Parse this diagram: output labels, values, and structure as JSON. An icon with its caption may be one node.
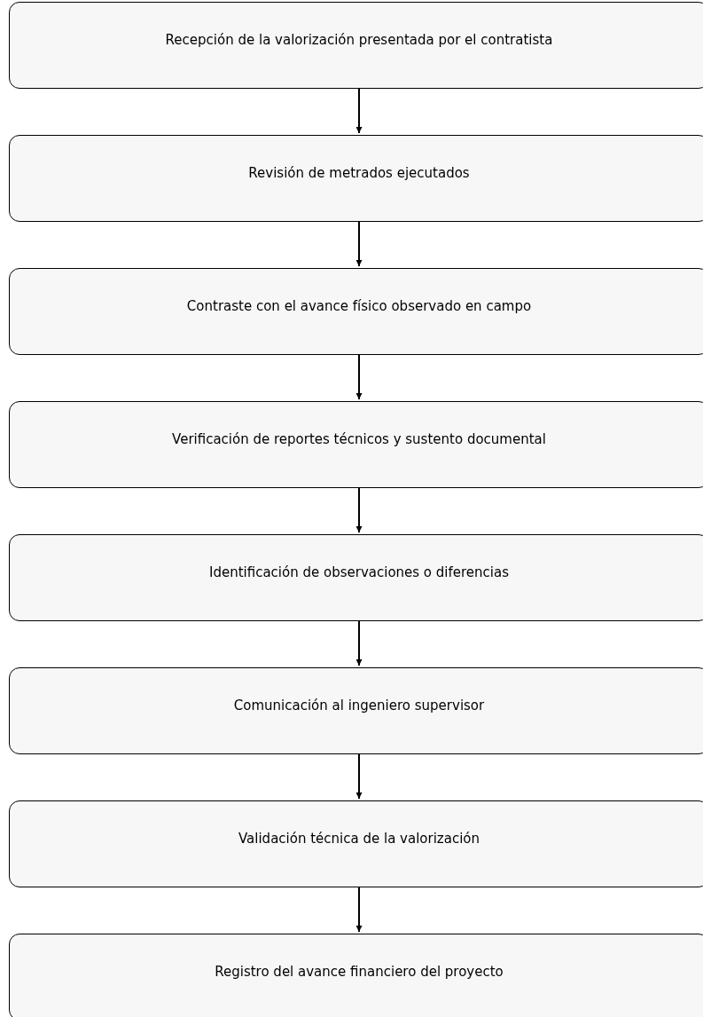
{
  "diagram": {
    "nodes": [
      {
        "text": [
          "Recepción de la valorización presentada por el contratista"
        ]
      },
      {
        "text": [
          "Revisión de metrados ejecutados"
        ]
      },
      {
        "text": [
          "Contraste con el avance físico observado en campo"
        ]
      },
      {
        "text": [
          "Verificación de reportes técnicos y sustento documental"
        ]
      },
      {
        "text": [
          "Identificación de observaciones o diferencias"
        ]
      },
      {
        "text": [
          "Comunicación al ingeniero supervisor"
        ]
      },
      {
        "text": [
          "Validación técnica de la valorización"
        ]
      },
      {
        "text": [
          "Registro del avance financiero del proyecto"
        ]
      }
    ],
    "edges": [
      {
        "from": 0,
        "to": 1,
        "arrow": "to"
      },
      {
        "from": 1,
        "to": 2,
        "arrow": "to"
      },
      {
        "from": 2,
        "to": 3,
        "arrow": "to"
      },
      {
        "from": 3,
        "to": 4,
        "arrow": "to"
      },
      {
        "from": 4,
        "to": 5,
        "arrow": "to"
      },
      {
        "from": 5,
        "to": 6,
        "arrow": "to"
      },
      {
        "from": 6,
        "to": 7,
        "arrow": "to"
      }
    ]
  }
}
